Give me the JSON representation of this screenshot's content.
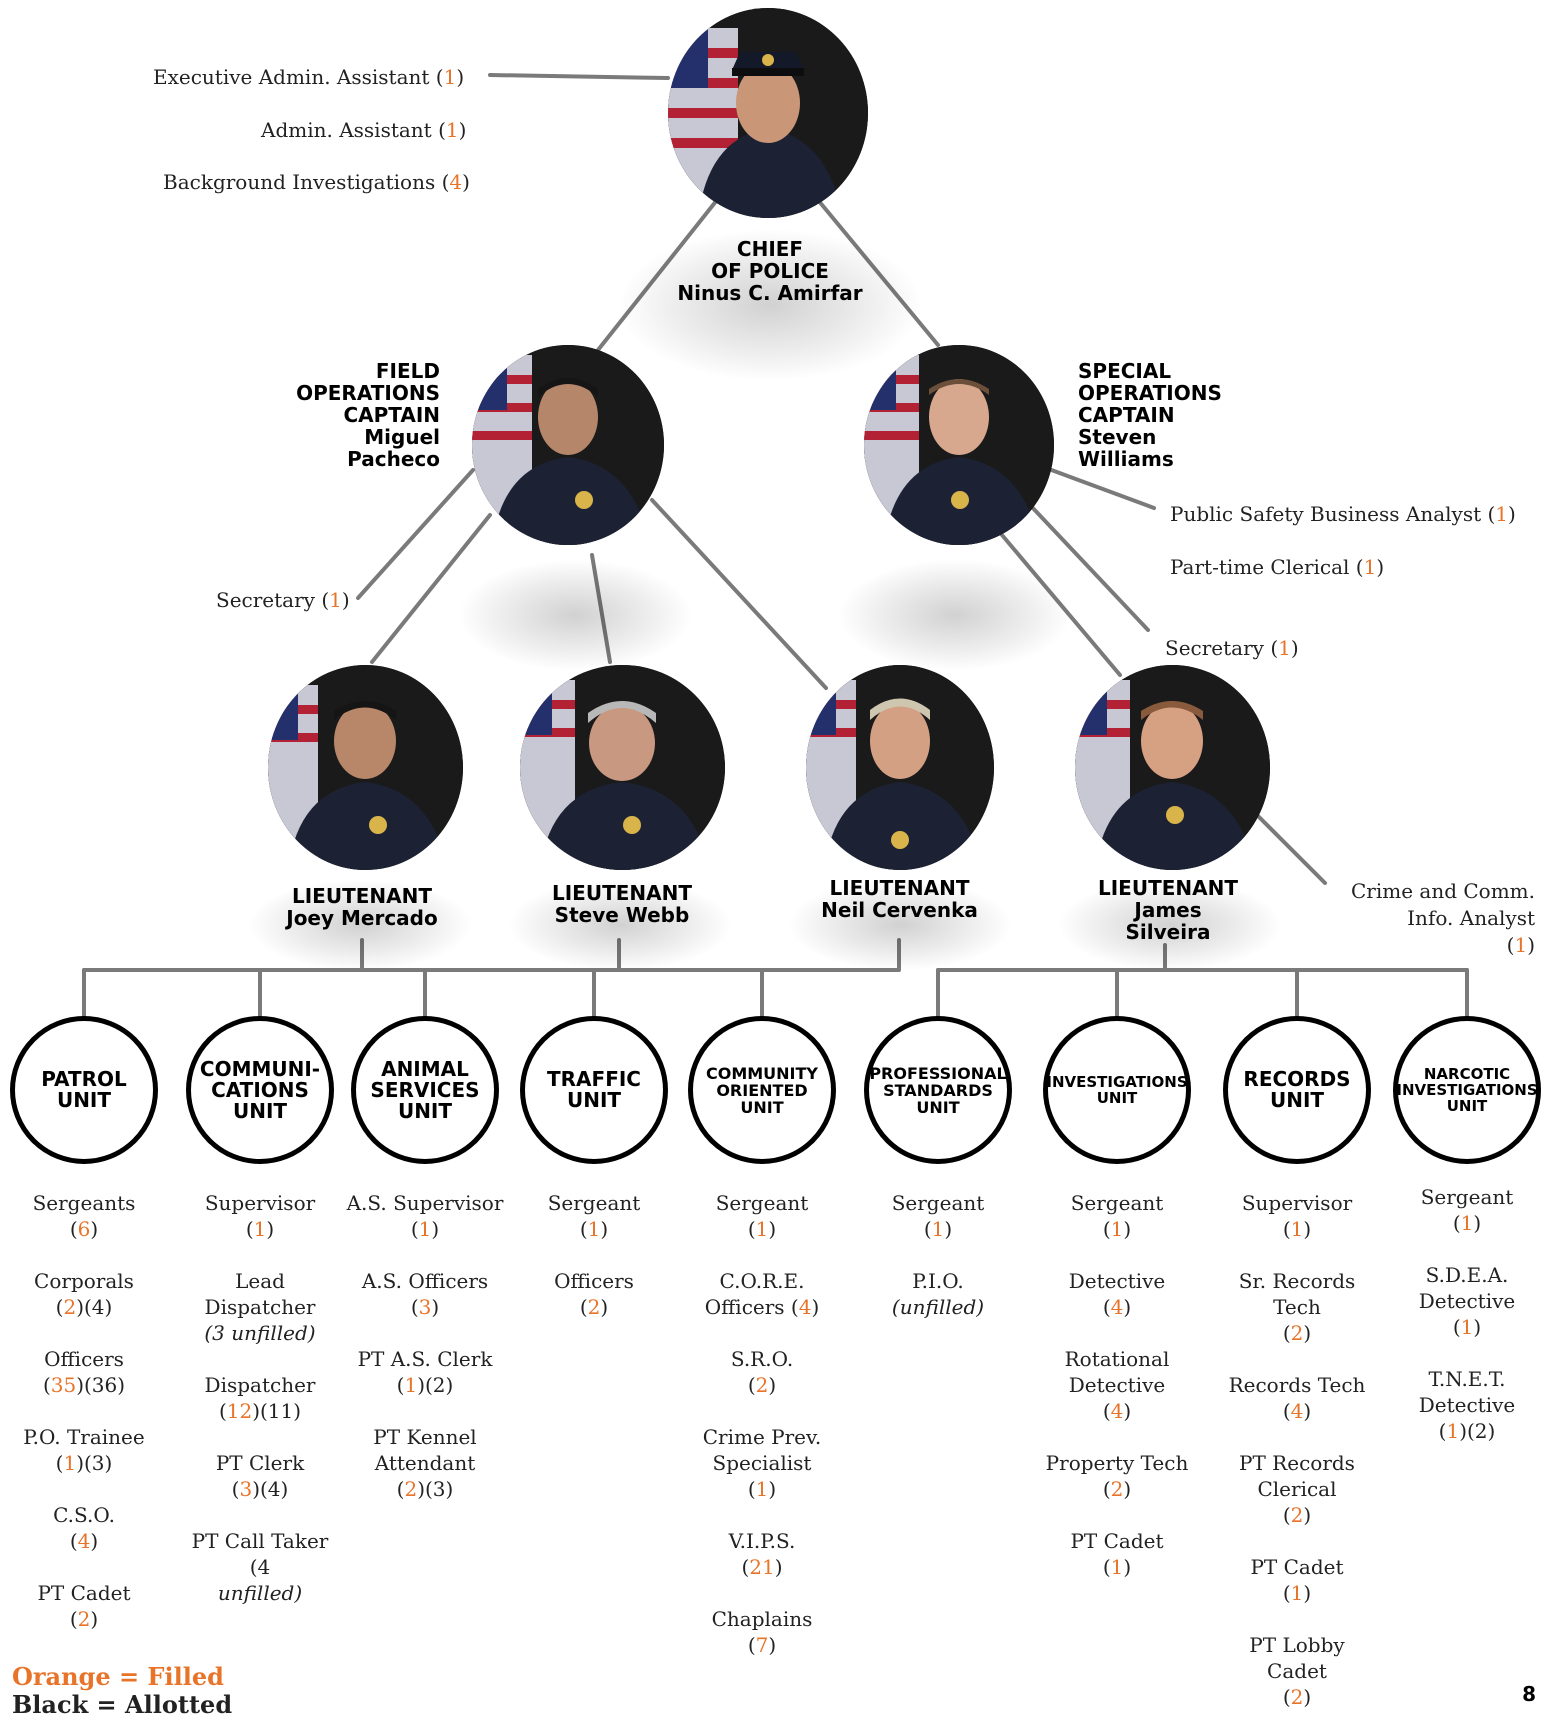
{
  "chief": {
    "role_line1": "CHIEF",
    "role_line2": "OF POLICE",
    "name": "Ninus C. Amirfar",
    "staff": [
      {
        "label": "Executive Admin. Assistant (",
        "filled": "1",
        "suffix": ")"
      },
      {
        "label": "Admin. Assistant (",
        "filled": "1",
        "suffix": ")"
      },
      {
        "label": "Background Investigations (",
        "filled": "4",
        "suffix": ")"
      }
    ]
  },
  "field_captain": {
    "role_line1": "FIELD",
    "role_line2": "OPERATIONS",
    "role_line3": "CAPTAIN",
    "name_line1": "Miguel",
    "name_line2": "Pacheco",
    "secretary": {
      "label": "Secretary (",
      "filled": "1",
      "suffix": ")"
    }
  },
  "special_captain": {
    "role_line1": "SPECIAL",
    "role_line2": "OPERATIONS",
    "role_line3": "CAPTAIN",
    "name_line1": "Steven",
    "name_line2": "Williams",
    "staff": [
      {
        "label": "Public Safety Business Analyst (",
        "filled": "1",
        "suffix": ")"
      },
      {
        "label": "Part-time Clerical (",
        "filled": "1",
        "suffix": ")"
      },
      {
        "label": "Secretary (",
        "filled": "1",
        "suffix": ")"
      }
    ]
  },
  "lieutenants": [
    {
      "role": "LIEUTENANT",
      "name": "Joey Mercado"
    },
    {
      "role": "LIEUTENANT",
      "name": "Steve Webb"
    },
    {
      "role": "LIEUTENANT",
      "name": "Neil Cervenka"
    },
    {
      "role": "LIEUTENANT",
      "name_line1": "James",
      "name_line2": "Silveira"
    }
  ],
  "crime_analyst": {
    "line1": "Crime and Comm.",
    "line2": "Info. Analyst",
    "pre": "(",
    "filled": "1",
    "suffix": ")"
  },
  "units": [
    {
      "name": "PATROL\nUNIT"
    },
    {
      "name": "COMMUNI-\nCATIONS\nUNIT"
    },
    {
      "name": "ANIMAL\nSERVICES\nUNIT"
    },
    {
      "name": "TRAFFIC\nUNIT"
    },
    {
      "name": "COMMUNITY\nORIENTED\nUNIT"
    },
    {
      "name": "PROFESSIONAL\nSTANDARDS\nUNIT"
    },
    {
      "name": "INVESTIGATIONS\nUNIT"
    },
    {
      "name": "RECORDS\nUNIT"
    },
    {
      "name": "NARCOTIC\nINVESTIGATIONS\nUNIT"
    }
  ],
  "unit_staff": [
    [
      {
        "title": "Sergeants",
        "pre": "(",
        "filled": "6",
        "post": ")"
      },
      {
        "title": "Corporals",
        "pre": "(",
        "filled": "2",
        "post": ")(4)"
      },
      {
        "title": "Officers",
        "pre": "(",
        "filled": "35",
        "post": ")(36)"
      },
      {
        "title": "P.O. Trainee",
        "pre": "(",
        "filled": "1",
        "post": ")(3)"
      },
      {
        "title": "C.S.O.",
        "pre": "(",
        "filled": "4",
        "post": ")"
      },
      {
        "title": "PT Cadet",
        "pre": "(",
        "filled": "2",
        "post": ")"
      }
    ],
    [
      {
        "title": "Supervisor",
        "pre": "(",
        "filled": "1",
        "post": ")"
      },
      {
        "title": "Lead Dispatcher",
        "note": "(3 unfilled)"
      },
      {
        "title": "Dispatcher",
        "pre": "(",
        "filled": "12",
        "post": ")(11)"
      },
      {
        "title": "PT Clerk",
        "pre": "(",
        "filled": "3",
        "post": ")(4)"
      },
      {
        "title": "PT Call Taker (4",
        "note": "unfilled)"
      }
    ],
    [
      {
        "title": "A.S. Supervisor",
        "pre": "(",
        "filled": "1",
        "post": ")"
      },
      {
        "title": "A.S. Officers",
        "pre": "(",
        "filled": "3",
        "post": ")"
      },
      {
        "title": "PT A.S. Clerk",
        "pre": "(",
        "filled": "1",
        "post": ")(2)"
      },
      {
        "title": "PT Kennel Attendant",
        "pre": "(",
        "filled": "2",
        "post": ")(3)"
      }
    ],
    [
      {
        "title": "Sergeant",
        "pre": "(",
        "filled": "1",
        "post": ")"
      },
      {
        "title": "Officers",
        "pre": "(",
        "filled": "2",
        "post": ")"
      }
    ],
    [
      {
        "title": "Sergeant",
        "pre": "(",
        "filled": "1",
        "post": ")"
      },
      {
        "title": "C.O.R.E. Officers (",
        "filled_inline": "4",
        "post_inline": ")"
      },
      {
        "title": "S.R.O.",
        "pre": "(",
        "filled": "2",
        "post": ")"
      },
      {
        "title": "Crime Prev. Specialist",
        "pre": "(",
        "filled": "1",
        "post": ")"
      },
      {
        "title": "V.I.P.S.",
        "pre": "(",
        "filled": "21",
        "post": ")"
      },
      {
        "title": "Chaplains",
        "pre": "(",
        "filled": "7",
        "post": ")"
      }
    ],
    [
      {
        "title": "Sergeant",
        "pre": "(",
        "filled": "1",
        "post": ")"
      },
      {
        "title": "P.I.O.",
        "note": "(unfilled)"
      }
    ],
    [
      {
        "title": "Sergeant",
        "pre": "(",
        "filled": "1",
        "post": ")"
      },
      {
        "title": "Detective",
        "pre": "(",
        "filled": "4",
        "post": ")"
      },
      {
        "title": "Rotational Detective",
        "pre": "(",
        "filled": "4",
        "post": ")"
      },
      {
        "title": "Property Tech",
        "pre": "(",
        "filled": "2",
        "post": ")"
      },
      {
        "title": "PT Cadet",
        "pre": "(",
        "filled": "1",
        "post": ")"
      }
    ],
    [
      {
        "title": "Supervisor",
        "pre": "(",
        "filled": "1",
        "post": ")"
      },
      {
        "title": "Sr. Records Tech",
        "pre": "(",
        "filled": "2",
        "post": ")"
      },
      {
        "title": "Records Tech",
        "pre": "(",
        "filled": "4",
        "post": ")"
      },
      {
        "title": "PT Records Clerical",
        "pre": "(",
        "filled": "2",
        "post": ")"
      },
      {
        "title": "PT Cadet",
        "pre": "(",
        "filled": "1",
        "post": ")"
      },
      {
        "title": "PT Lobby Cadet",
        "pre": "(",
        "filled": "2",
        "post": ")"
      }
    ],
    [
      {
        "title": "Sergeant",
        "pre": "(",
        "filled": "1",
        "post": ")"
      },
      {
        "title": "S.D.E.A. Detective",
        "pre": "(",
        "filled": "1",
        "post": ")"
      },
      {
        "title": "T.N.E.T. Detective",
        "pre": "(",
        "filled": "1",
        "post": ")(2)"
      }
    ]
  ],
  "legend": {
    "filled": "Orange = Filled",
    "allotted": "Black = Allotted"
  },
  "page_number": "8",
  "colors": {
    "filled": "#e8742a",
    "line": "#7a7a7a",
    "text": "#222222"
  }
}
